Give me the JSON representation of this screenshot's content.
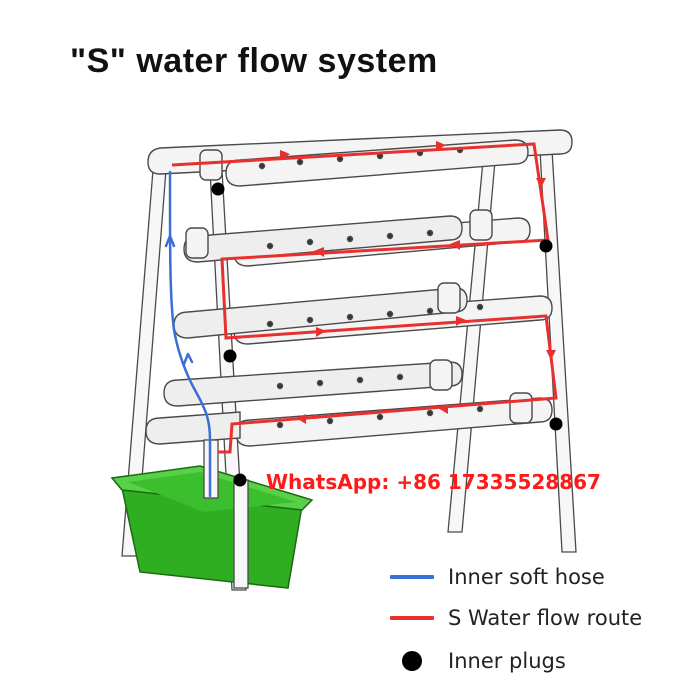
{
  "title": "\"S\" water flow system",
  "watermark": {
    "text": "WhatsApp: +86 17335528867",
    "color": "#ff1a1a"
  },
  "colors": {
    "hose": "#3a6fd8",
    "flow": "#e8312e",
    "plug": "#000000",
    "reservoir": "#2fae22",
    "pipe_fill": "#f4f4f4",
    "pipe_stroke": "#4a4a4a"
  },
  "legend": {
    "hose": {
      "label": "Inner soft hose",
      "icon": "blue-line"
    },
    "flow": {
      "label": "S Water flow route",
      "icon": "red-line"
    },
    "plugs": {
      "label": "Inner plugs",
      "icon": "black-dot"
    }
  }
}
